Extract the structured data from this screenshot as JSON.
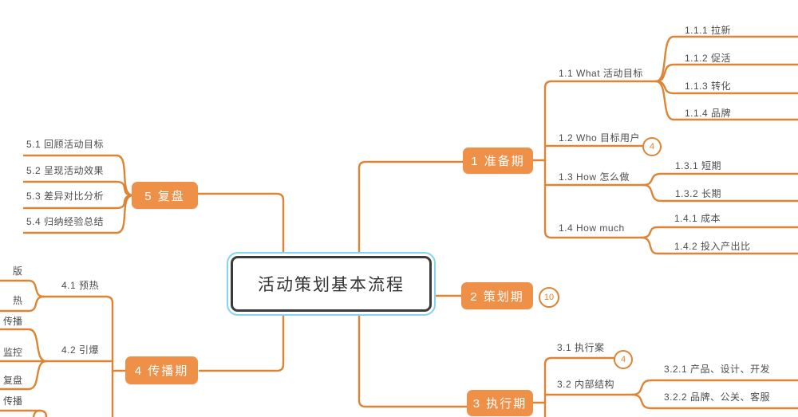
{
  "mindmap": {
    "center": {
      "label": "活动策划基本流程"
    },
    "colors": {
      "branch_orange": "#DE8435",
      "node_fill": "#EF9049",
      "selection_blue": "#84D3F0",
      "center_border": "#3B3B3B",
      "label_text": "#4D4D4D"
    },
    "branches": [
      {
        "label": "1 准备期",
        "children": [
          {
            "label": "1.1 What 活动目标",
            "children": [
              {
                "label": "1.1.1 拉新"
              },
              {
                "label": "1.1.2 促活"
              },
              {
                "label": "1.1.3 转化"
              },
              {
                "label": "1.1.4 品牌"
              }
            ]
          },
          {
            "label": "1.2 Who 目标用户",
            "collapsed_count": "4"
          },
          {
            "label": "1.3 How 怎么做",
            "children": [
              {
                "label": "1.3.1 短期"
              },
              {
                "label": "1.3.2 长期"
              }
            ]
          },
          {
            "label": "1.4 How much",
            "children": [
              {
                "label": "1.4.1 成本"
              },
              {
                "label": "1.4.2 投入产出比"
              }
            ]
          }
        ]
      },
      {
        "label": "2 策划期",
        "collapsed_count": "10"
      },
      {
        "label": "3 执行期",
        "children": [
          {
            "label": "3.1 执行案",
            "collapsed_count": "4"
          },
          {
            "label": "3.2 内部结构",
            "children": [
              {
                "label": "3.2.1 产品、设计、开发"
              },
              {
                "label": "3.2.2 品牌、公关、客服"
              }
            ]
          }
        ]
      },
      {
        "label": "4 传播期",
        "children": [
          {
            "label": "4.1 预热",
            "children": [
              {
                "label": "版"
              },
              {
                "label": "热"
              }
            ]
          },
          {
            "label": "4.2 引爆",
            "children": [
              {
                "label": "传播"
              },
              {
                "label": "监控"
              },
              {
                "label": "复盘"
              }
            ]
          },
          {
            "label": "传播",
            "clipped": true
          }
        ]
      },
      {
        "label": "5 复盘",
        "children": [
          {
            "label": "5.1 回顾活动目标"
          },
          {
            "label": "5.2 呈现活动效果"
          },
          {
            "label": "5.3 差异对比分析"
          },
          {
            "label": "5.4 归纳经验总结"
          }
        ]
      }
    ]
  }
}
